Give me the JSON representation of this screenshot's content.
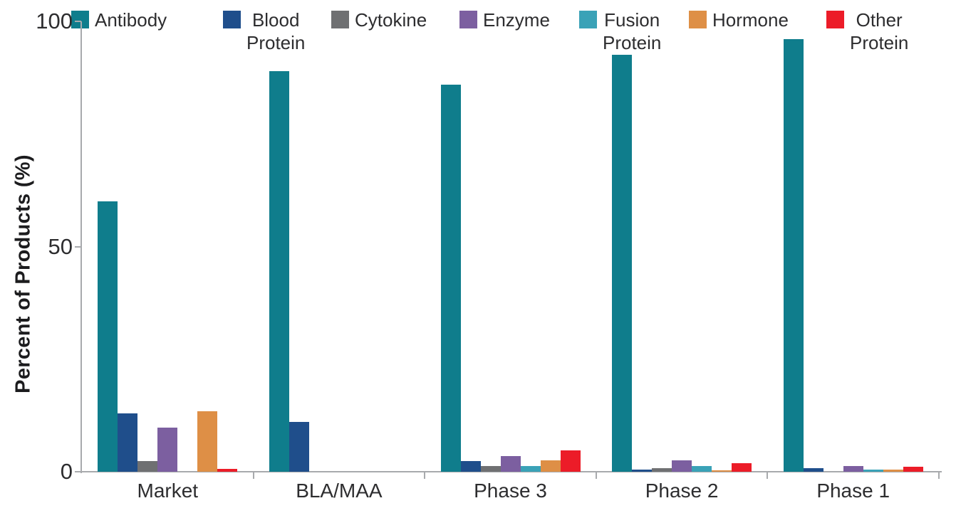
{
  "chart_data": {
    "type": "bar",
    "title": "",
    "ylabel": "Percent of Products (%)",
    "xlabel": "",
    "ylim": [
      0,
      100
    ],
    "yticks": [
      0,
      50,
      100
    ],
    "grid": false,
    "legend_position": "top",
    "categories": [
      "Market",
      "BLA/MAA",
      "Phase 3",
      "Phase 2",
      "Phase 1"
    ],
    "series": [
      {
        "name": "Antibody",
        "wrap": false,
        "color": "#0F7D8C",
        "values": [
          60,
          89,
          86,
          92.5,
          96
        ]
      },
      {
        "name": "Blood Protein",
        "wrap": true,
        "color": "#1F4E8B",
        "values": [
          13,
          11,
          2.4,
          0.4,
          0.8
        ]
      },
      {
        "name": "Cytokine",
        "wrap": false,
        "color": "#6F7072",
        "values": [
          2.3,
          0,
          1.2,
          0.8,
          0
        ]
      },
      {
        "name": "Enzyme",
        "wrap": false,
        "color": "#7C5FA0",
        "values": [
          9.8,
          0,
          3.5,
          2.6,
          1.2
        ]
      },
      {
        "name": "Fusion Protein",
        "wrap": true,
        "color": "#3AA2B7",
        "values": [
          0,
          0,
          1.2,
          1.2,
          0.5
        ]
      },
      {
        "name": "Hormone",
        "wrap": false,
        "color": "#DE8F46",
        "values": [
          13.5,
          0,
          2.5,
          0.3,
          0.4
        ]
      },
      {
        "name": "Other Protein",
        "wrap": true,
        "color": "#EC1C28",
        "values": [
          0.6,
          0,
          4.8,
          1.9,
          1.1
        ]
      }
    ]
  },
  "style": {
    "axis_color": "#A8AAAD",
    "text_color": "#2D2D2F"
  }
}
